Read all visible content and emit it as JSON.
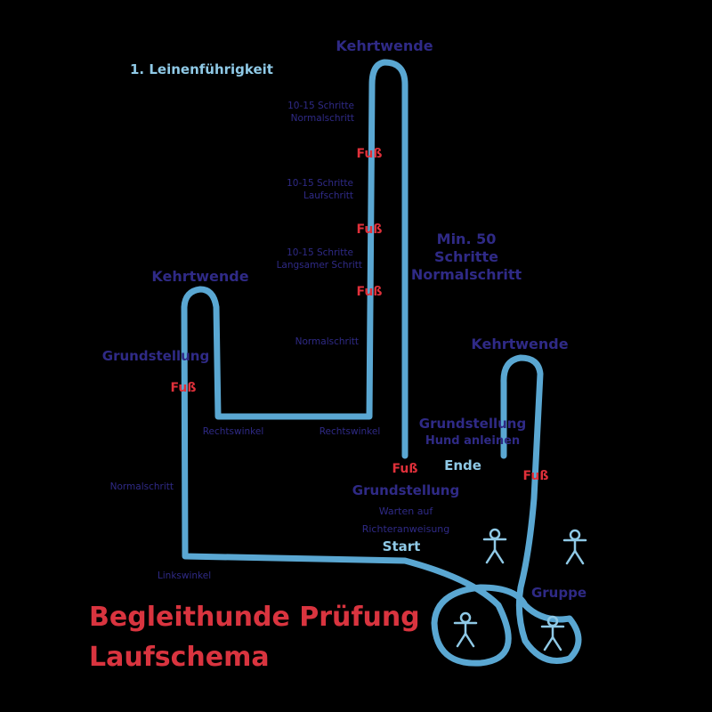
{
  "heading": "1. Leinenführigkeit",
  "title_line1": "Begleithunde Prüfung",
  "title_line2": "Laufschema",
  "labels": {
    "kehrtwende_top": "Kehrtwende",
    "kehrtwende_left": "Kehrtwende",
    "kehrtwende_right": "Kehrtwende",
    "normal_steps_line1": "10-15 Schritte",
    "normal_steps_line2": "Normalschritt",
    "lauf_steps_line1": "10-15 Schritte",
    "lauf_steps_line2": "Laufschritt",
    "slow_steps_line1": "10-15 Schritte",
    "slow_steps_line2": "Langsamer Schritt",
    "normalschritt_mid": "Normalschritt",
    "normalschritt_left": "Normalschritt",
    "min50_line1": "Min. 50",
    "min50_line2": "Schritte",
    "min50_line3": "Normalschritt",
    "grundstellung_left": "Grundstellung",
    "grundstellung_right": "Grundstellung",
    "hund_anleinen": "Hund anleinen",
    "grundstellung_start": "Grundstellung",
    "warten_auf": "Warten auf",
    "richteranweisung": "Richteranweisung",
    "start": "Start",
    "ende": "Ende",
    "rechtswinkel_1": "Rechtswinkel",
    "rechtswinkel_2": "Rechtswinkel",
    "linkswinkel": "Linkswinkel",
    "gruppe": "Gruppe",
    "fuss_1": "Fuß",
    "fuss_2": "Fuß",
    "fuss_3": "Fuß",
    "fuss_4": "Fuß",
    "fuss_5": "Fuß",
    "fuss_6": "Fuß"
  },
  "colors": {
    "path": "#5aa7d2",
    "navy_text": "#2f2a86",
    "light_text": "#8fc9e6",
    "fuss_red": "#e0303a",
    "title_red": "#d9343f",
    "background": "#000000"
  },
  "icons": [
    "person-icon",
    "person-icon",
    "person-icon",
    "person-icon"
  ]
}
